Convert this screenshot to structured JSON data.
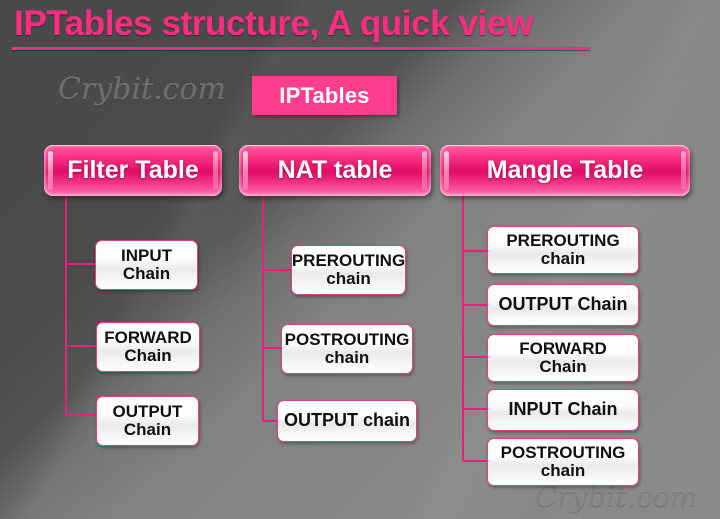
{
  "slide": {
    "title": "IPTables structure, A quick view",
    "root_label": "IPTables",
    "watermark": "Crybit.com",
    "accent_pink": "#ff2d82",
    "box_pink": "#e00d66",
    "connector_pink": "#e8207a",
    "background_dark": "#4a4a4a",
    "background_light": "#8a8a8a"
  },
  "columns": [
    {
      "table_label": "Filter Table",
      "chains": [
        {
          "line1": "INPUT",
          "line2": "Chain"
        },
        {
          "line1": "FORWARD",
          "line2": "Chain"
        },
        {
          "line1": "OUTPUT",
          "line2": "Chain"
        }
      ]
    },
    {
      "table_label": "NAT table",
      "chains": [
        {
          "line1": "PREROUTING",
          "line2": "chain"
        },
        {
          "line1": "POSTROUTING",
          "line2": "chain"
        },
        {
          "line1": "OUTPUT chain",
          "line2": ""
        }
      ]
    },
    {
      "table_label": "Mangle Table",
      "chains": [
        {
          "line1": "PREROUTING",
          "line2": "chain"
        },
        {
          "line1": "OUTPUT Chain",
          "line2": ""
        },
        {
          "line1": "FORWARD",
          "line2": "Chain"
        },
        {
          "line1": "INPUT Chain",
          "line2": ""
        },
        {
          "line1": "POSTROUTING",
          "line2": "chain"
        }
      ]
    }
  ]
}
